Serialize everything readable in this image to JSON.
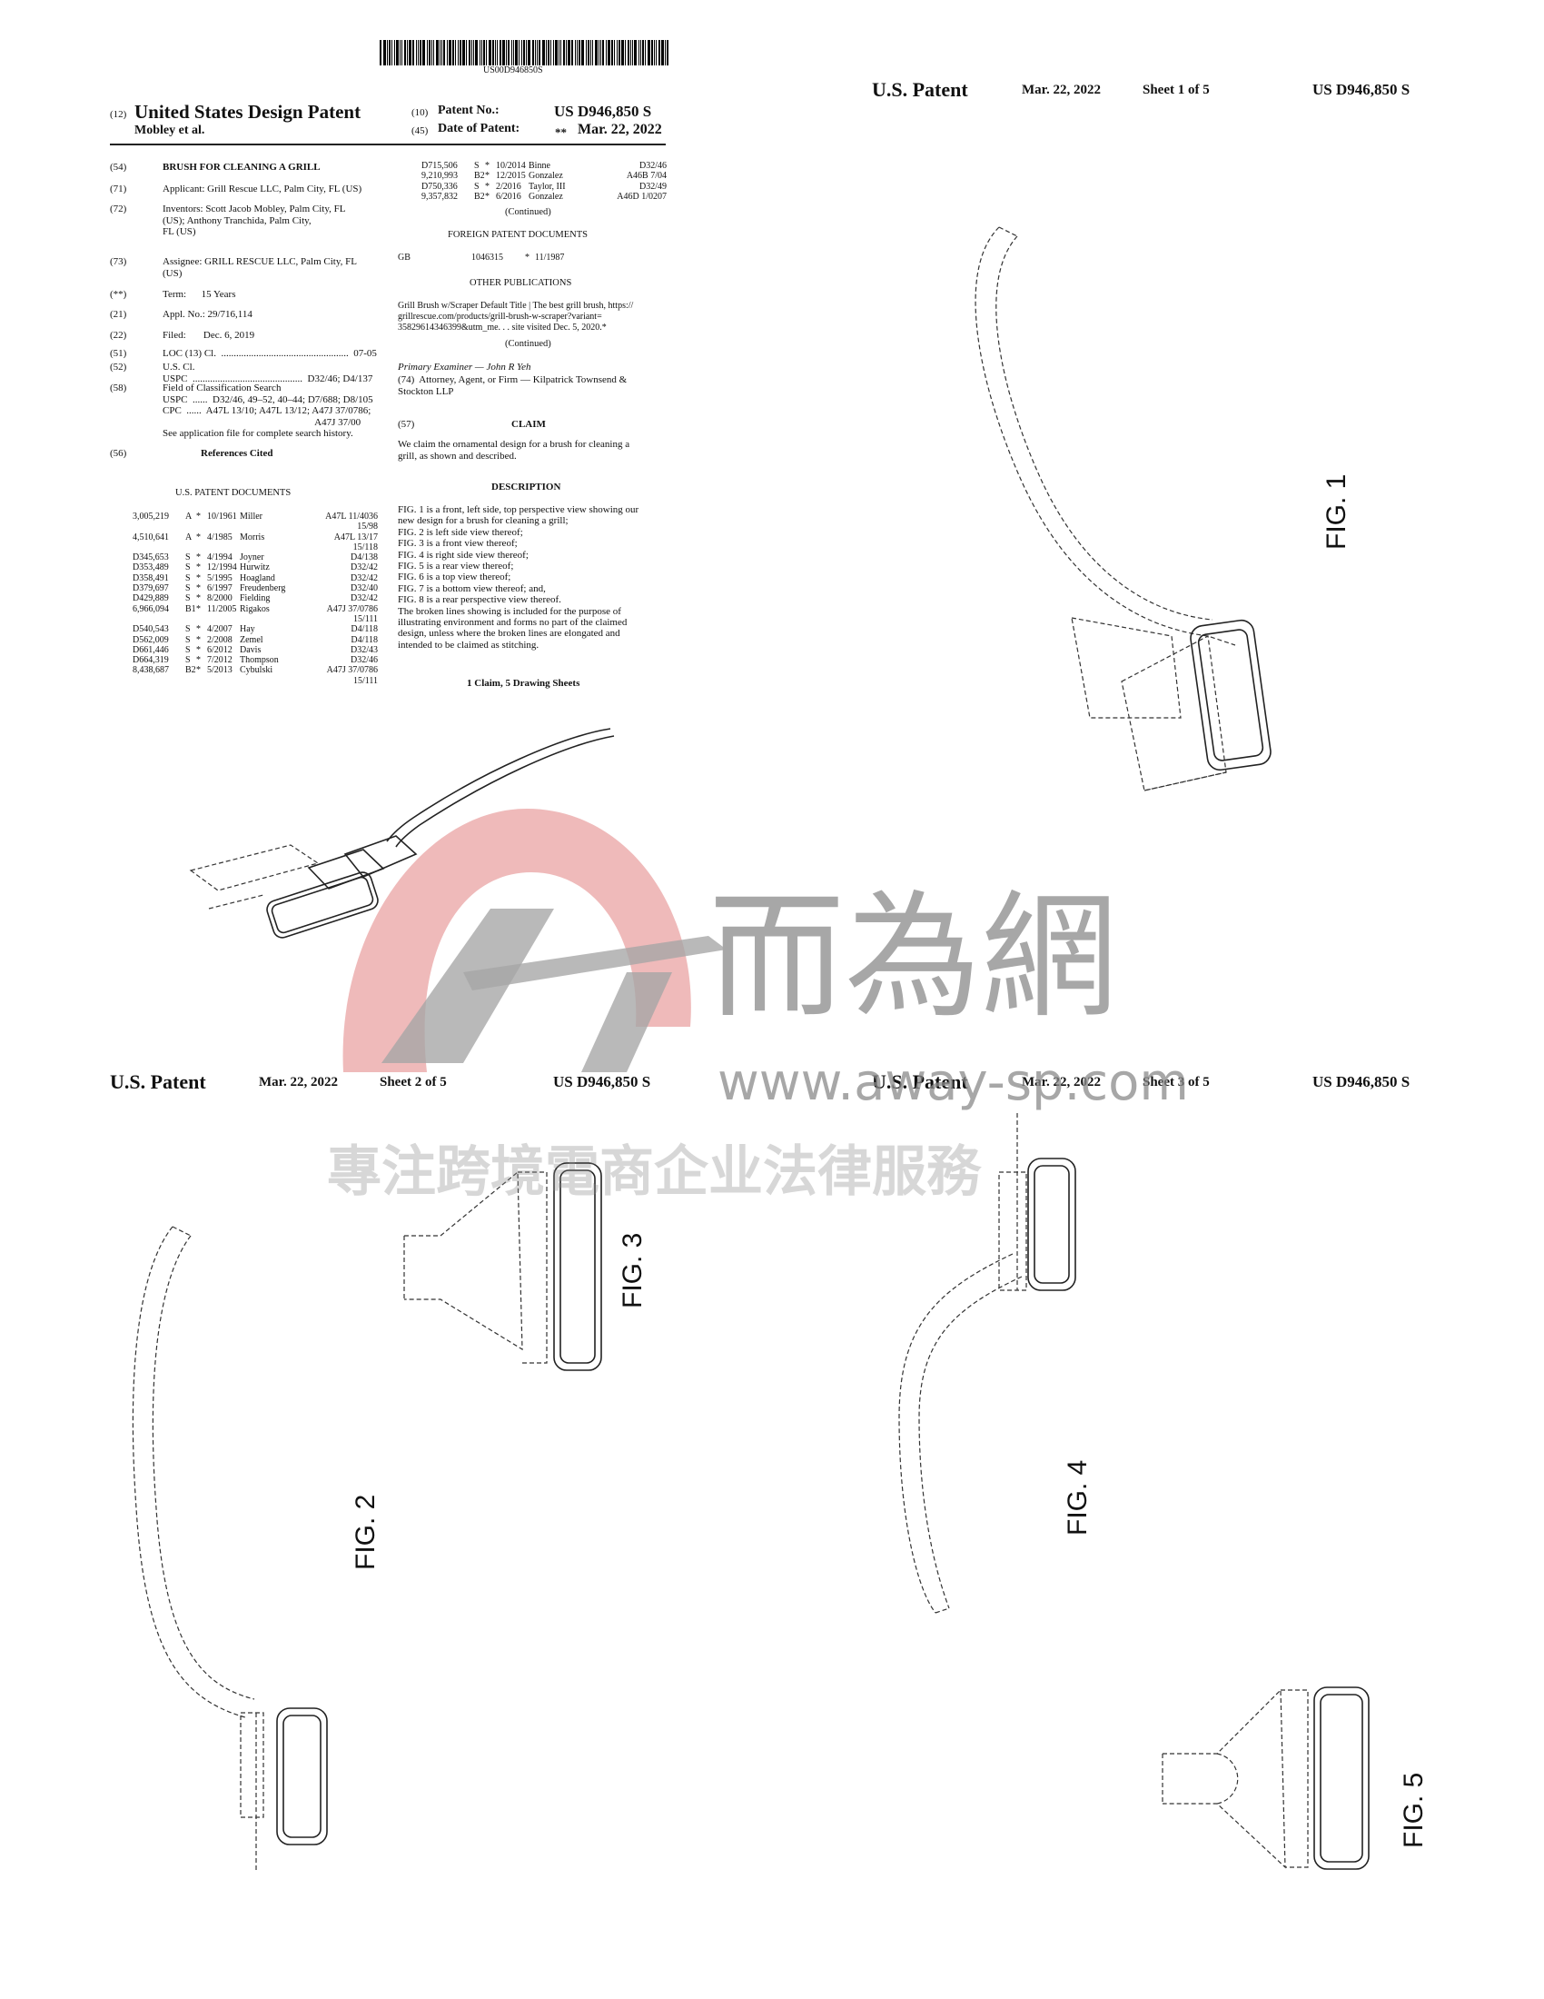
{
  "barcode": {
    "text": "US00D946850S"
  },
  "front": {
    "kind_code": "(12)",
    "title": "United States Design Patent",
    "inventors_short": "Mobley et al.",
    "patent_no_code": "(10)",
    "patent_no_label": "Patent No.:",
    "patent_no": "US D946,850 S",
    "date_code": "(45)",
    "date_label": "Date of Patent:",
    "date_star": "**",
    "date": "Mar. 22, 2022",
    "fields": [
      {
        "code": "(54)",
        "text": "BRUSH FOR CLEANING A GRILL"
      },
      {
        "code": "(71)",
        "text": "Applicant: Grill Rescue LLC, Palm City, FL (US)"
      },
      {
        "code": "(72)",
        "text": "Inventors: Scott Jacob Mobley, Palm City, FL\n(US); Anthony Tranchida, Palm City,\nFL (US)"
      },
      {
        "code": "(73)",
        "text": "Assignee: GRILL RESCUE LLC, Palm City, FL\n(US)"
      },
      {
        "code": "(**)",
        "text": "Term:      15 Years"
      },
      {
        "code": "(21)",
        "text": "Appl. No.: 29/716,114"
      },
      {
        "code": "(22)",
        "text": "Filed:       Dec. 6, 2019"
      },
      {
        "code": "(51)",
        "text": "LOC (13) Cl.  ...................................................  07-05"
      },
      {
        "code": "(52)",
        "text": "U.S. Cl.\nUSPC  ............................................  D32/46; D4/137"
      },
      {
        "code": "(58)",
        "text": "Field of Classification Search\nUSPC  ......  D32/46, 49–52, 40–44; D7/688; D8/105\nCPC  ......  A47L 13/10; A47L 13/12; A47J 37/0786;\n                                                             A47J 37/00\nSee application file for complete search history."
      },
      {
        "code": "(56)",
        "text": "References Cited"
      }
    ],
    "us_docs_heading": "U.S. PATENT DOCUMENTS",
    "refs_left": [
      [
        "3,005,219",
        "A",
        "*",
        "10/1961",
        "Miller",
        "A47L 11/4036"
      ],
      [
        "",
        "",
        "",
        "",
        "",
        "15/98"
      ],
      [
        "4,510,641",
        "A",
        "*",
        "4/1985",
        "Morris",
        "A47L 13/17"
      ],
      [
        "",
        "",
        "",
        "",
        "",
        "15/118"
      ],
      [
        "D345,653",
        "S",
        "*",
        "4/1994",
        "Joyner",
        "D4/138"
      ],
      [
        "D353,489",
        "S",
        "*",
        "12/1994",
        "Hurwitz",
        "D32/42"
      ],
      [
        "D358,491",
        "S",
        "*",
        "5/1995",
        "Hoagland",
        "D32/42"
      ],
      [
        "D379,697",
        "S",
        "*",
        "6/1997",
        "Freudenberg",
        "D32/40"
      ],
      [
        "D429,889",
        "S",
        "*",
        "8/2000",
        "Fielding",
        "D32/42"
      ],
      [
        "6,966,094",
        "B1",
        "*",
        "11/2005",
        "Rigakos",
        "A47J 37/0786"
      ],
      [
        "",
        "",
        "",
        "",
        "",
        "15/111"
      ],
      [
        "D540,543",
        "S",
        "*",
        "4/2007",
        "Hay",
        "D4/118"
      ],
      [
        "D562,009",
        "S",
        "*",
        "2/2008",
        "Zemel",
        "D4/118"
      ],
      [
        "D661,446",
        "S",
        "*",
        "6/2012",
        "Davis",
        "D32/43"
      ],
      [
        "D664,319",
        "S",
        "*",
        "7/2012",
        "Thompson",
        "D32/46"
      ],
      [
        "8,438,687",
        "B2",
        "*",
        "5/2013",
        "Cybulski",
        "A47J 37/0786"
      ],
      [
        "",
        "",
        "",
        "",
        "",
        "15/111"
      ]
    ],
    "refs_right": [
      [
        "D715,506",
        "S",
        "*",
        "10/2014",
        "Binne",
        "D32/46"
      ],
      [
        "9,210,993",
        "B2",
        "*",
        "12/2015",
        "Gonzalez",
        "A46B 7/04"
      ],
      [
        "D750,336",
        "S",
        "*",
        "2/2016",
        "Taylor, III",
        "D32/49"
      ],
      [
        "9,357,832",
        "B2",
        "*",
        "6/2016",
        "Gonzalez",
        "A46D 1/0207"
      ]
    ],
    "continued": "(Continued)",
    "foreign_heading": "FOREIGN PATENT DOCUMENTS",
    "foreign": {
      "country": "GB",
      "number": "1046315",
      "star": "*",
      "date": "11/1987"
    },
    "other_heading": "OTHER PUBLICATIONS",
    "other_pub": "Grill Brush w/Scraper Default Title | The best grill brush, https://\ngrillrescue.com/products/grill-brush-w-scraper?variant=\n35829614346399&utm_me. . . site visited Dec. 5, 2020.*",
    "examiner": "Primary Examiner — John R Yeh",
    "attorney": "(74)  Attorney, Agent, or Firm — Kilpatrick Townsend &\nStockton LLP",
    "claim_code": "(57)",
    "claim_heading": "CLAIM",
    "claim_text": "We claim the ornamental design for a brush for cleaning a\ngrill, as shown and described.",
    "desc_heading": "DESCRIPTION",
    "desc_text": "FIG. 1 is a front, left side, top perspective view showing our\nnew design for a brush for cleaning a grill;\nFIG. 2 is left side view thereof;\nFIG. 3 is a front view thereof;\nFIG. 4 is right side view thereof;\nFIG. 5 is a rear view thereof;\nFIG. 6 is a top view thereof;\nFIG. 7 is a bottom view thereof; and,\nFIG. 8 is a rear perspective view thereof.\nThe broken lines showing is included for the purpose of\nillustrating environment and forms no part of the claimed\ndesign, unless where the broken lines are elongated and\nintended to be claimed as stitching.",
    "sheets_line": "1 Claim, 5 Drawing Sheets"
  },
  "sheets": [
    {
      "patent": "U.S. Patent",
      "date": "Mar. 22, 2022",
      "sheet": "Sheet 1 of 5",
      "number": "US D946,850 S"
    },
    {
      "patent": "U.S. Patent",
      "date": "Mar. 22, 2022",
      "sheet": "Sheet 2 of 5",
      "number": "US D946,850 S"
    },
    {
      "patent": "U.S. Patent",
      "date": "Mar. 22, 2022",
      "sheet": "Sheet 3 of 5",
      "number": "US D946,850 S"
    }
  ],
  "figures": {
    "fig1": "FIG. 1",
    "fig2": "FIG. 2",
    "fig3": "FIG. 3",
    "fig4": "FIG. 4",
    "fig5": "FIG. 5"
  },
  "watermark": {
    "chinese_name": "而為網",
    "url": "www.away-sp.com",
    "slogan": "專注跨境電商企业法律服務"
  }
}
